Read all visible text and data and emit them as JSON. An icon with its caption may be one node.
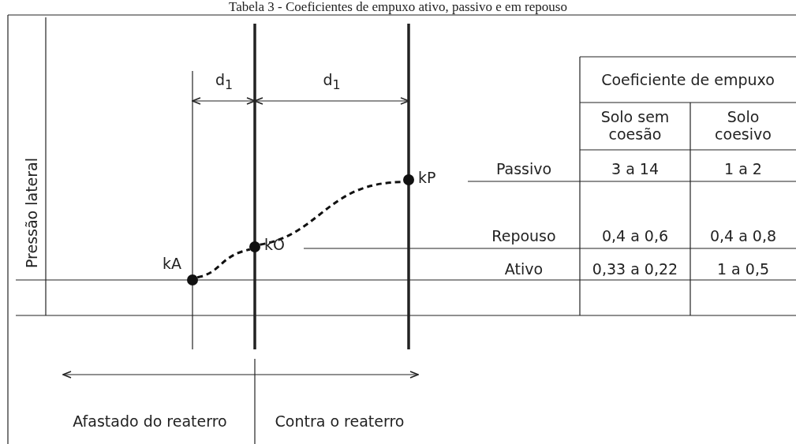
{
  "diagram": {
    "title": "Tabela 3 - Coeficientes de empuxo ativo, passivo e em repouso",
    "nodes": [
      {
        "text": [],
        "shape": "circle",
        "beside": [
          "kA"
        ]
      },
      {
        "text": [],
        "shape": "circle",
        "beside": [
          "kO"
        ]
      },
      {
        "text": [],
        "shape": "circle",
        "beside": [
          "kP"
        ]
      }
    ],
    "edges": [
      {
        "from": 0,
        "to": 1,
        "arrow": "none",
        "style": "dashed"
      },
      {
        "from": 1,
        "to": 2,
        "arrow": "none",
        "style": "dashed"
      }
    ],
    "labels": [
      "Pressão lateral",
      "d$_{1}$",
      "d$_{1}$",
      "Coeficiente de empuxo",
      "Solo sem coesão",
      "Solo coesivo",
      "Passivo",
      "3 a 14",
      "1 a 2",
      "Repouso",
      "0,4 a 0,6",
      "0,4 a 0,8",
      "Ativo",
      "0,33 a 0,22",
      "1 a 0,5",
      "Afastado do reaterro",
      "Contra o reaterro"
    ]
  }
}
